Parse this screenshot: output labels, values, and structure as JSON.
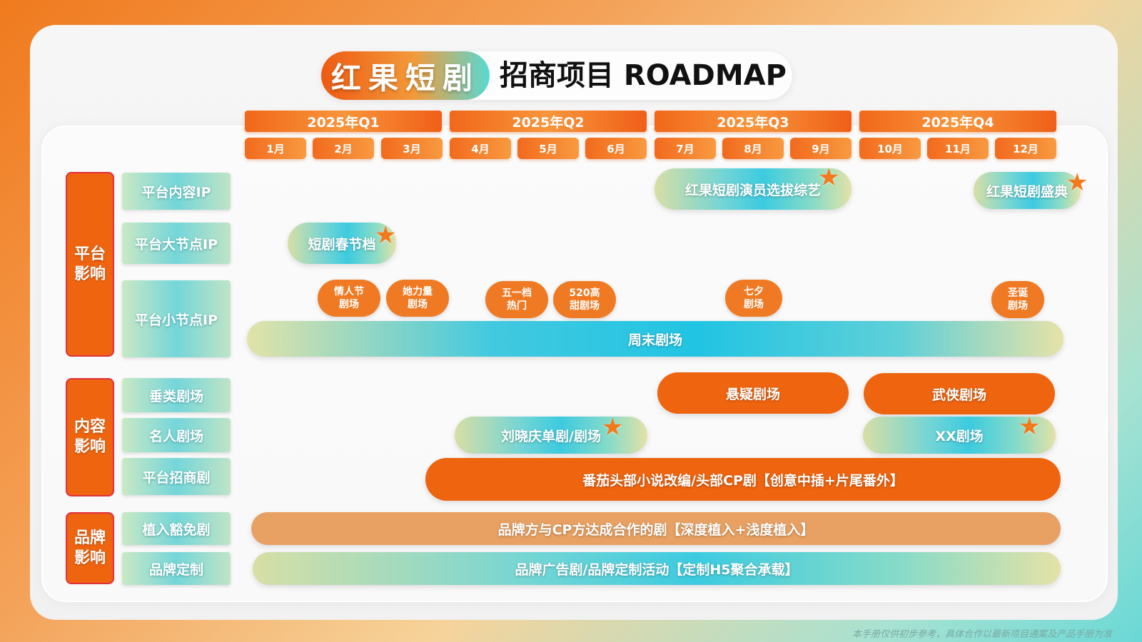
{
  "title": {
    "brand": "红果短剧",
    "text": "招商项目  ROADMAP"
  },
  "quarters": [
    "2025年Q1",
    "2025年Q2",
    "2025年Q3",
    "2025年Q4"
  ],
  "months": [
    "1月",
    "2月",
    "3月",
    "4月",
    "5月",
    "6月",
    "7月",
    "8月",
    "9月",
    "10月",
    "11月",
    "12月"
  ],
  "categories": {
    "platform": "平台影响",
    "content": "内容影响",
    "brand": "品牌影响"
  },
  "subcategories": {
    "platform_content_ip": "平台内容IP",
    "platform_big_ip": "平台大节点IP",
    "platform_small_ip": "平台小节点IP",
    "vertical": "垂类剧场",
    "celebrity": "名人剧场",
    "investment": "平台招商剧",
    "placement": "植入豁免剧",
    "custom": "品牌定制"
  },
  "events": {
    "actor_variety": "红果短剧演员选拔综艺",
    "gala": "红果短剧盛典",
    "spring": "短剧春节档",
    "weekend": "周末剧场",
    "mystery": "悬疑剧场",
    "wuxia": "武侠剧场",
    "liu": "刘晓庆单剧/剧场",
    "xx": "XX剧场",
    "fanqie": "番茄头部小说改编/头部CP剧【创意中插+片尾番外】",
    "brand_cp": "品牌方与CP方达成合作的剧【深度植入+浅度植入】",
    "brand_ad": "品牌广告剧/品牌定制活动【定制H5聚合承载】"
  },
  "bubbles": {
    "valentine": [
      "情人节",
      "剧场"
    ],
    "women": [
      "她力量",
      "剧场"
    ],
    "mayday": [
      "五一档",
      "热门"
    ],
    "d520": [
      "520高",
      "甜剧场"
    ],
    "qixi": [
      "七夕",
      "剧场"
    ],
    "xmas": [
      "圣诞",
      "剧场"
    ]
  },
  "footer": "本手册仅供初步参考，具体合作以最新项目通案及产品手册为准",
  "colors": {
    "orange": "#ee640f",
    "teal": "#21c4e3",
    "light_orange": "#e8a162"
  },
  "icons": {
    "highlight": "star-icon"
  }
}
